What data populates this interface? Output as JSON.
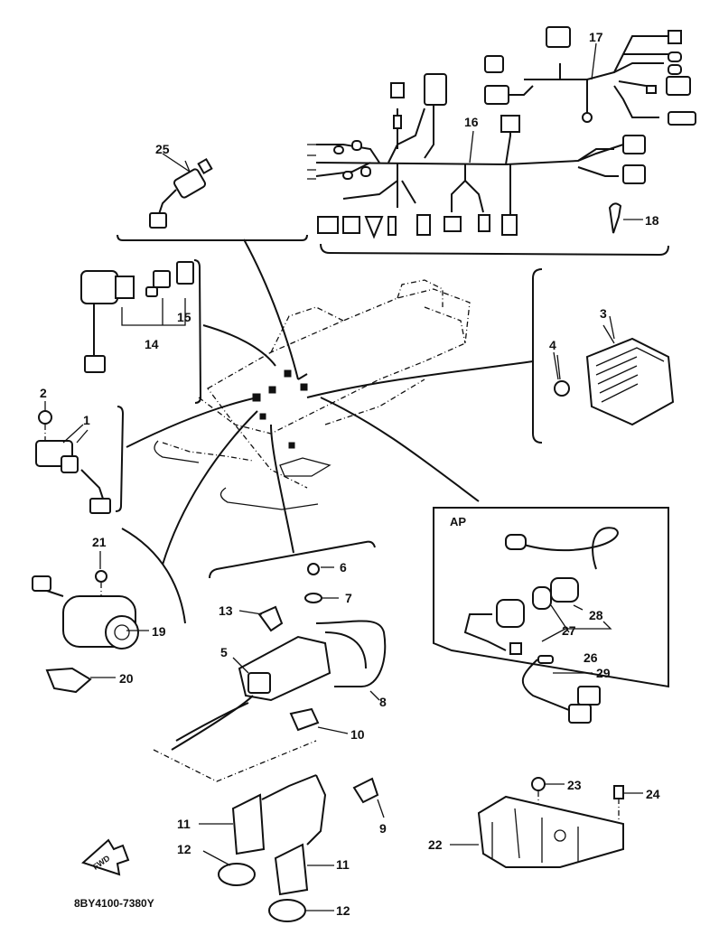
{
  "callouts": {
    "c1": "1",
    "c2": "2",
    "c3": "3",
    "c4": "4",
    "c5": "5",
    "c6": "6",
    "c7": "7",
    "c8": "8",
    "c9": "9",
    "c10": "10",
    "c11a": "11",
    "c11b": "11",
    "c12a": "12",
    "c12b": "12",
    "c13": "13",
    "c14": "14",
    "c15": "15",
    "c16": "16",
    "c17": "17",
    "c18": "18",
    "c19": "19",
    "c20": "20",
    "c21": "21",
    "c22": "22",
    "c23": "23",
    "c24": "24",
    "c25": "25",
    "c26": "26",
    "c27": "27",
    "c28": "28",
    "c29": "29"
  },
  "ap_label": "AP",
  "fwd_label": "FWD",
  "drawing_code": "8BY4100-7380Y",
  "icons": [
    "forward-arrow-icon"
  ]
}
